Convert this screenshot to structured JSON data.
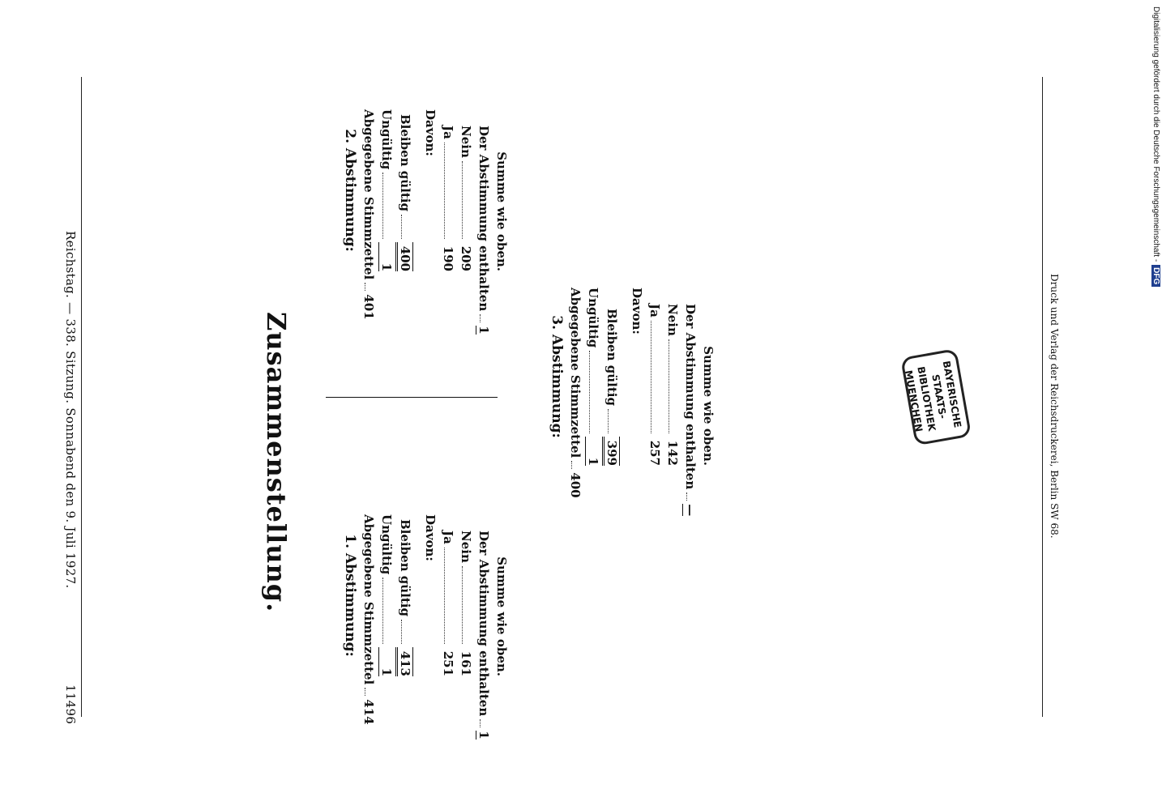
{
  "header": {
    "page_number": "11496",
    "running_title": "Reichstag. — 338. Sitzung. Sonnabend den 9. Juli 1927."
  },
  "title": "Zusammenstellung.",
  "votes": [
    {
      "heading": "1. Abstimmung:",
      "abgegeben_label": "Abgegebene Stimmzettel",
      "abgegeben_value": "414",
      "ungueltig_label": "Ungültig",
      "ungueltig_value": "1",
      "gueltig_label": "Bleiben gültig",
      "gueltig_value": "413",
      "davon_label": "Davon:",
      "ja_label": "Ja",
      "ja_value": "251",
      "nein_label": "Nein",
      "nein_value": "161",
      "enthalten_label": "Der Abstimmung enthalten",
      "enthalten_value": "1",
      "summe_label": "Summe wie oben."
    },
    {
      "heading": "2. Abstimmung:",
      "abgegeben_label": "Abgegebene Stimmzettel",
      "abgegeben_value": "401",
      "ungueltig_label": "Ungültig",
      "ungueltig_value": "1",
      "gueltig_label": "Bleiben gültig",
      "gueltig_value": "400",
      "davon_label": "Davon:",
      "ja_label": "Ja",
      "ja_value": "190",
      "nein_label": "Nein",
      "nein_value": "209",
      "enthalten_label": "Der Abstimmung enthalten",
      "enthalten_value": "1",
      "summe_label": "Summe wie oben."
    },
    {
      "heading": "3. Abstimmung:",
      "abgegeben_label": "Abgegebene Stimmzettel",
      "abgegeben_value": "400",
      "ungueltig_label": "Ungültig",
      "ungueltig_value": "1",
      "gueltig_label": "Bleiben gültig",
      "gueltig_value": "399",
      "davon_label": "Davon:",
      "ja_label": "Ja",
      "ja_value": "257",
      "nein_label": "Nein",
      "nein_value": "142",
      "enthalten_label": "Der Abstimmung enthalten",
      "enthalten_value": "—",
      "summe_label": "Summe wie oben."
    }
  ],
  "stamp": {
    "line1": "BAYERISCHE",
    "line2": "STAATS-",
    "line3": "BIBLIOTHEK",
    "line4": "MUENCHEN"
  },
  "footer": "Druck und Verlag der Reichsdruckerei, Berlin SW 68.",
  "digitization_note": "Digitalisierung gefördert durch die Deutsche Forschungsgemeinschaft -",
  "dfg_logo": "DFG"
}
